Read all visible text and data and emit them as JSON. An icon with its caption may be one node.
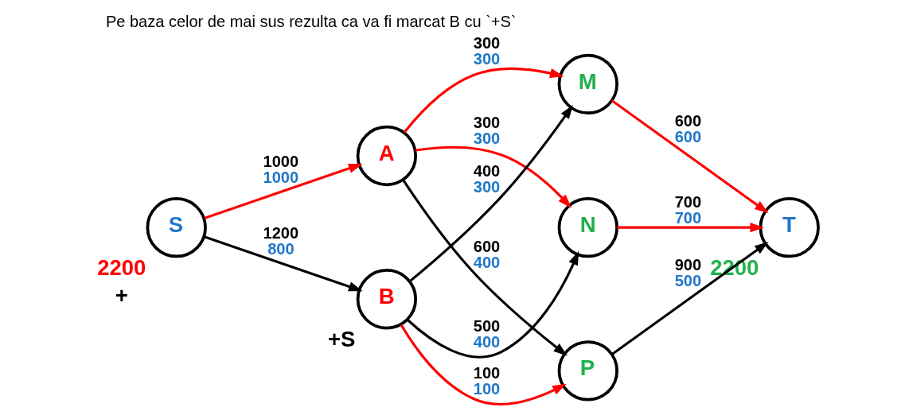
{
  "diagram": {
    "title": "Pe baza celor de mai sus rezulta ca va fi marcat B cu `+S`",
    "nodes": [
      {
        "text": [
          "S"
        ],
        "beside": [
          "2200",
          "+"
        ]
      },
      {
        "text": [
          "A"
        ]
      },
      {
        "text": [
          "B"
        ],
        "beside": [
          "+S"
        ]
      },
      {
        "text": [
          "M"
        ]
      },
      {
        "text": [
          "N"
        ]
      },
      {
        "text": [
          "P"
        ]
      },
      {
        "text": [
          "T"
        ],
        "beside": [
          "2200"
        ]
      }
    ],
    "edges": [
      {
        "from": 0,
        "to": 1,
        "arrow": "to",
        "label": "1000 1000",
        "color": "#ff0000"
      },
      {
        "from": 0,
        "to": 2,
        "arrow": "to",
        "label": "1200 800",
        "color": "#000000"
      },
      {
        "from": 1,
        "to": 3,
        "arrow": "to",
        "label": "300 300",
        "color": "#ff0000"
      },
      {
        "from": 1,
        "to": 4,
        "arrow": "to",
        "label": "300 300",
        "color": "#ff0000"
      },
      {
        "from": 1,
        "to": 5,
        "arrow": "to",
        "label": "600 400",
        "color": "#000000"
      },
      {
        "from": 2,
        "to": 3,
        "arrow": "to",
        "label": "400 300",
        "color": "#000000"
      },
      {
        "from": 2,
        "to": 4,
        "arrow": "to",
        "label": "500 400",
        "color": "#000000"
      },
      {
        "from": 2,
        "to": 5,
        "arrow": "to",
        "label": "100 100",
        "color": "#ff0000"
      },
      {
        "from": 3,
        "to": 6,
        "arrow": "to",
        "label": "600 600",
        "color": "#ff0000"
      },
      {
        "from": 4,
        "to": 6,
        "arrow": "to",
        "label": "700 700",
        "color": "#ff0000"
      },
      {
        "from": 5,
        "to": 6,
        "arrow": "to",
        "label": "900 500",
        "color": "#000000"
      }
    ]
  }
}
